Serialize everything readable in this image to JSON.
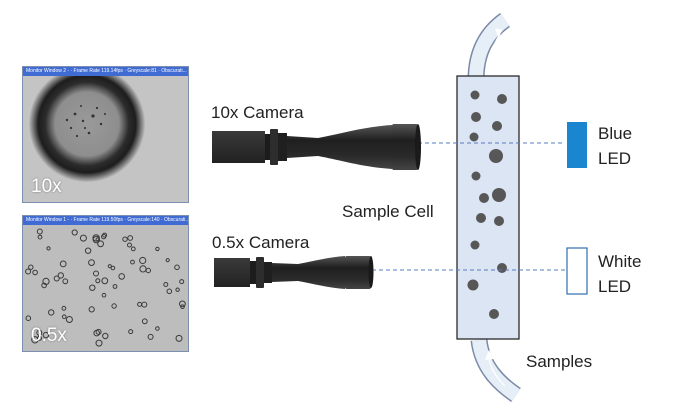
{
  "monitors": [
    {
      "title": "Monitor Window 2 -  · Frame Rate 119.14fps · Greyscale:81 · Obscurati...",
      "magnification": "10x"
    },
    {
      "title": "Monitor Window 1 -  · Frame Rate 119.50fps · Greyscale:140 · Obscurati...",
      "magnification": "0.5x"
    }
  ],
  "labels": {
    "camera_10x": "10x Camera",
    "camera_05x": "0.5x Camera",
    "sample_cell": "Sample Cell",
    "blue_led_line1": "Blue",
    "blue_led_line2": "LED",
    "white_led_line1": "White",
    "white_led_line2": "LED",
    "samples": "Samples"
  },
  "colors": {
    "titlebar": "#3f6bd3",
    "blue_led": "#1a86d0",
    "sample_cell_fill": "#dbe5f3",
    "flow_tube": "#e6eef8",
    "camera_body": "#2b2b2b"
  }
}
